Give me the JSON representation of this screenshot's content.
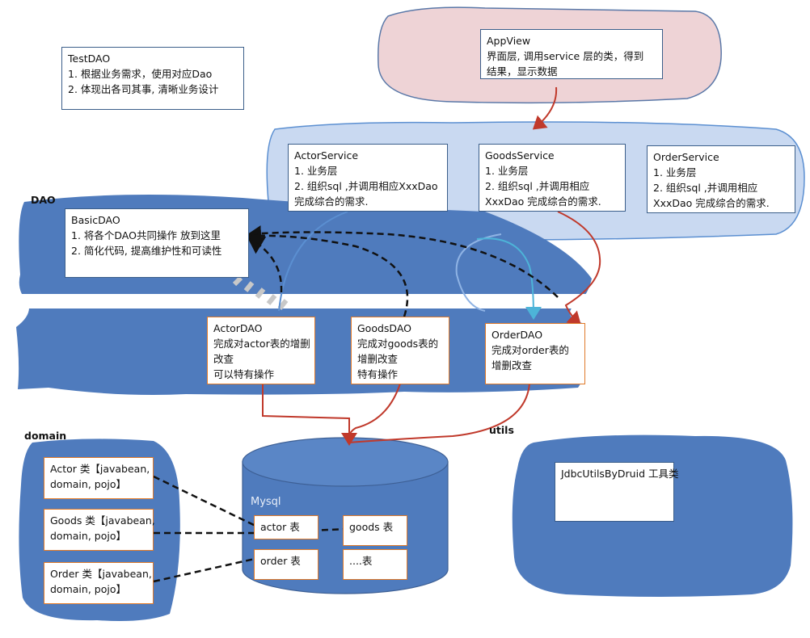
{
  "labels": {
    "dao": "DAO",
    "domain": "domain",
    "utils": "utils",
    "mysql": "Mysql"
  },
  "testdao": {
    "title": "TestDAO",
    "lines": [
      "1. 根据业务需求，使用对应Dao",
      "2. 体现出各司其事, 清晰业务设计"
    ]
  },
  "appview": {
    "title": "AppView",
    "lines": [
      "界面层, 调用service 层的类，得到",
      "结果，显示数据"
    ]
  },
  "actorservice": {
    "title": "ActorService",
    "lines": [
      "1. 业务层",
      "2. 组织sql ,并调用相应XxxDao",
      "完成综合的需求."
    ]
  },
  "goodsservice": {
    "title": "GoodsService",
    "lines": [
      "1. 业务层",
      "2. 组织sql ,并调用相应",
      "XxxDao 完成综合的需求."
    ]
  },
  "orderservice": {
    "title": "OrderService",
    "lines": [
      "1. 业务层",
      "2. 组织sql ,并调用相应",
      "XxxDao 完成综合的需求."
    ]
  },
  "basicdao": {
    "title": "BasicDAO",
    "lines": [
      "1. 将各个DAO共同操作 放到这里",
      "2.  简化代码, 提高维护性和可读性"
    ]
  },
  "actordao": {
    "title": "ActorDAO",
    "lines": [
      "完成对actor表的增删",
      "改查",
      "可以特有操作"
    ]
  },
  "goodsdao": {
    "title": "GoodsDAO",
    "lines": [
      "完成对goods表的",
      "增删改查",
      "特有操作"
    ]
  },
  "orderdao": {
    "title": "OrderDAO",
    "lines": [
      "完成对order表的",
      "增删改查"
    ]
  },
  "actor_class": {
    "lines": [
      "Actor 类【javabean,",
      "domain, pojo】"
    ]
  },
  "goods_class": {
    "lines": [
      "Goods 类【javabean,",
      "domain, pojo】"
    ]
  },
  "order_class": {
    "lines": [
      "Order 类【javabean,",
      "domain, pojo】"
    ]
  },
  "tables": {
    "actor": "actor 表",
    "goods": "goods 表",
    "order": "order 表",
    "other": "....表"
  },
  "jdbcutils": {
    "title": "JdbcUtilsByDruid 工具类"
  },
  "colors": {
    "blob": "#4f7bbd",
    "service_panel": "#c9d9f1",
    "appview_panel": "#eed3d6",
    "arrow_red": "#c0392b",
    "arrow_blue": "#5b8fd1",
    "arrow_teal": "#4db4d8",
    "highlight_red": "#e02020"
  }
}
